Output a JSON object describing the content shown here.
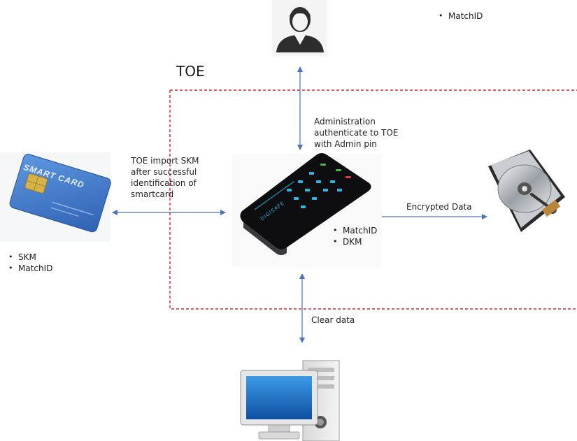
{
  "diagram": {
    "boundary_label": "TOE",
    "admin_bullets": [
      "MatchID"
    ],
    "admin_edge_label": "Administration authenticate to TOE with Admin pin",
    "smartcard_edge_label": "TOE import SKM after successful identification of smartcard",
    "smartcard_bullets": [
      "SKM",
      "MatchID"
    ],
    "smartcard_text": {
      "line1": "SMART CARD"
    },
    "device_bullets": [
      "MatchID",
      "DKM"
    ],
    "device_brand": "DIGISAFE",
    "disk_edge_label": "Encrypted Data",
    "host_edge_label": "Clear data",
    "colors": {
      "boundary": "#e0202a",
      "arrow": "#4a72c4",
      "card": "#3f78c9",
      "device": "#0e0e10",
      "led_blue": "#2fb6e0",
      "led_green": "#3fb94a",
      "led_red": "#e23b3b"
    },
    "icons": [
      "admin-user-icon",
      "smartcard-icon",
      "encrypted-drive-icon",
      "hard-disk-icon",
      "desktop-computer-icon"
    ]
  }
}
